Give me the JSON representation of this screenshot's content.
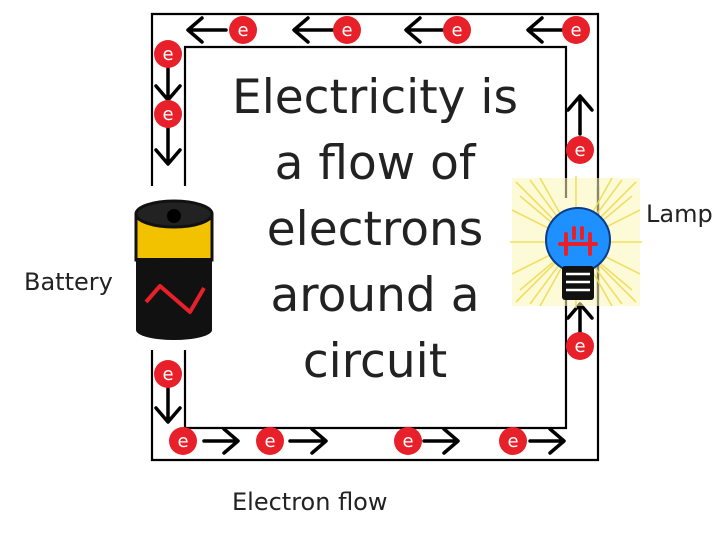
{
  "title_lines": [
    "Electricity is",
    "a flow of",
    "electrons",
    "around a",
    "circuit"
  ],
  "labels": {
    "battery": "Battery",
    "lamp": "Lamp",
    "electron_flow": "Electron flow"
  },
  "electron_symbol": "e",
  "colors": {
    "electron": "#e8202a",
    "wire": "#000000",
    "battery_top": "#f2c200",
    "battery_body": "#111111",
    "battery_zigzag": "#e8202a",
    "lamp_bulb": "#1e90ff",
    "lamp_glow": "#f5e86a"
  },
  "icons": [
    "battery-icon",
    "lamp-icon",
    "electron-icon",
    "arrow-icon"
  ]
}
